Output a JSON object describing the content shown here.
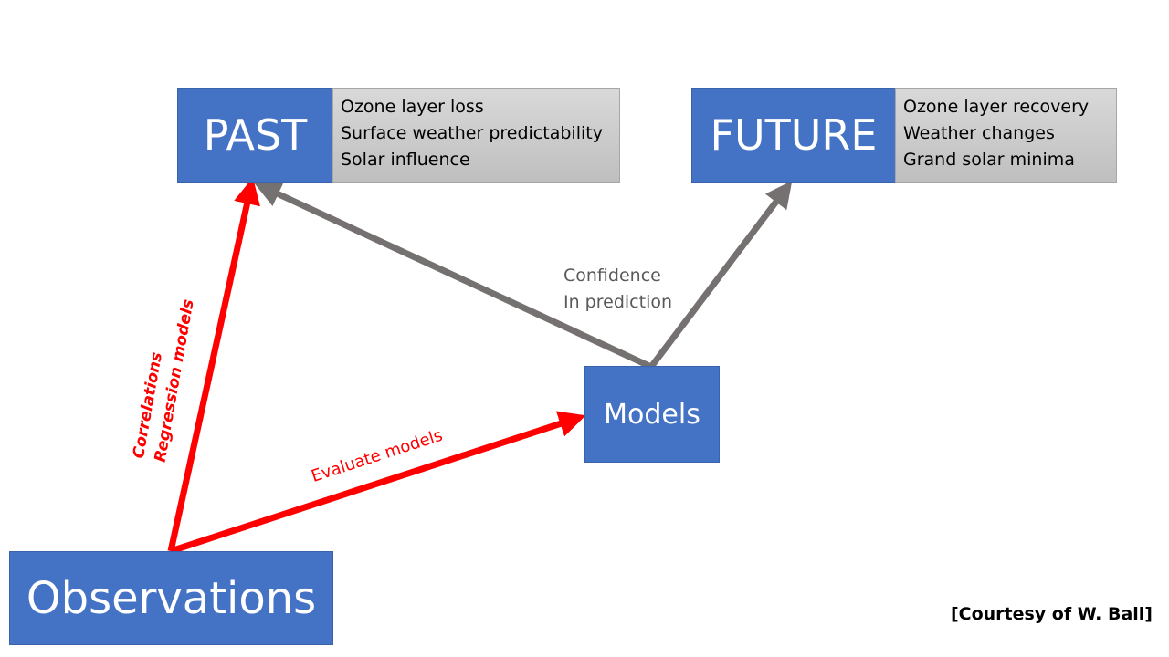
{
  "colors": {
    "box_blue": "#4472C4",
    "arrow_red": "#FF0000",
    "arrow_gray": "#767171"
  },
  "past": {
    "label": "PAST",
    "items": [
      "Ozone layer loss",
      "Surface weather predictability",
      "Solar influence"
    ]
  },
  "future": {
    "label": "FUTURE",
    "items": [
      "Ozone layer recovery",
      "Weather changes",
      "Grand solar minima"
    ]
  },
  "models": {
    "label": "Models"
  },
  "observations": {
    "label": "Observations"
  },
  "confidence": {
    "line1": "Confidence",
    "line2": "In prediction"
  },
  "obs_past_label": {
    "line1": "Correlations",
    "line2": "Regression models"
  },
  "obs_models_label": "Evaluate models",
  "courtesy": "[Courtesy of W. Ball]"
}
